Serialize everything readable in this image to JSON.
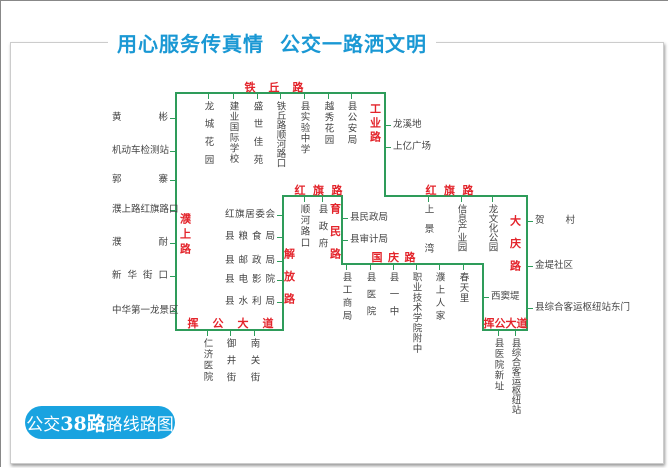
{
  "header": {
    "title": "用心服务传真情  公交一路洒文明"
  },
  "footer": {
    "badge_prefix": "公交",
    "badge_number": "38路",
    "badge_suffix": "路线路图"
  },
  "roads": {
    "tieqiu": "铁丘路",
    "gongye": "工业路",
    "hongqi_east": "红旗路",
    "hongqi_west": "红旗路",
    "yumin": "育民路",
    "jiefang": "解放路",
    "guoqing": "国庆路",
    "pushang": "濮上路",
    "huigong_west": "挥公大道",
    "daqing": "大庆路",
    "huigong_east": "挥公大道"
  },
  "stops": {
    "top": [
      "龙城花园",
      "建业国际学校",
      "盛世佳苑",
      "铁丘路顺河路口",
      "县实验中学",
      "越秀花园",
      "县公安局"
    ],
    "gongye_right": [
      "龙溪地",
      "上亿广场"
    ],
    "hongqi_east": [
      "上景湾",
      "信息产业园",
      "龙文化公园"
    ],
    "daqing_right": [
      "贺 村",
      "金堤社区",
      "县综合客运枢纽站东门"
    ],
    "box_inner": [
      "西窦堤"
    ],
    "box_bottom": [
      "县医院新址",
      "县综合客运枢纽站"
    ],
    "guoqing": [
      "县工商局",
      "县医院",
      "县一中",
      "职业技术学院附中",
      "濮上人家",
      "春天里"
    ],
    "yumin_right": [
      "县民政局",
      "县审计局"
    ],
    "hongqi_west": [
      "顺河路口",
      "县政府"
    ],
    "jiefang_left": [
      "红旗居委会",
      "县粮食局",
      "县邮政局",
      "县电影院",
      "县水利局"
    ],
    "huigong_west": [
      "仁济医院",
      "御井街",
      "南关街"
    ],
    "pushang_left": [
      "黄 彬",
      "机动车检测站",
      "郭 寨",
      "濮上路红旗路口",
      "濮 耐",
      "新华街口",
      "中华第一龙景区"
    ]
  },
  "colors": {
    "route": "#2e9c5a",
    "road_label": "#e3242b",
    "title": "#1a98d4",
    "badge": "#19a3e0"
  }
}
